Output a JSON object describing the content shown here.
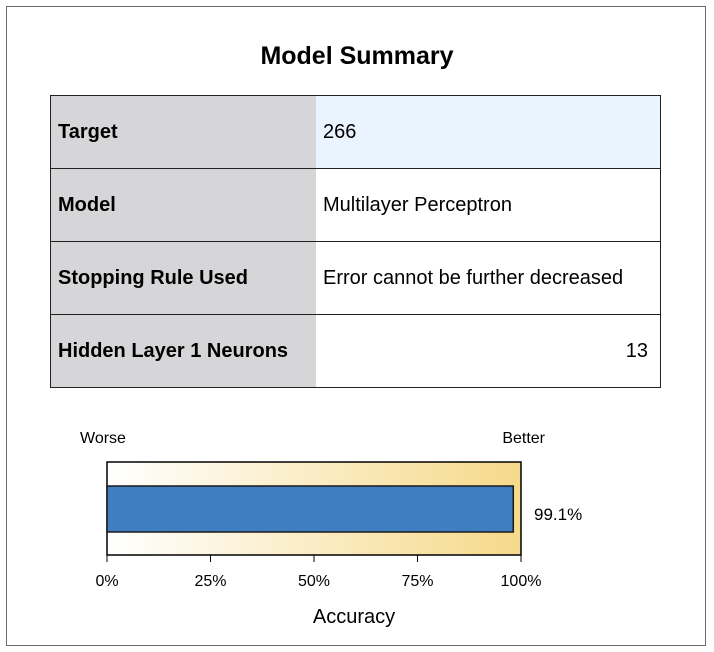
{
  "title": "Model Summary",
  "summary_rows": [
    {
      "label": "Target",
      "value": "266"
    },
    {
      "label": "Model",
      "value": "Multilayer Perceptron"
    },
    {
      "label": "Stopping Rule Used",
      "value": "Error cannot be further decreased"
    },
    {
      "label": "Hidden Layer 1 Neurons",
      "value": "13"
    }
  ],
  "colors": {
    "bar": "#3f7fc1",
    "gradient_start": "#ffffff",
    "gradient_end": "#f6d98a",
    "label_cell": "#d6d6d8",
    "highlight_cell": "#e9f4fe"
  },
  "chart_data": {
    "type": "bar",
    "orientation": "horizontal",
    "categories": [
      ""
    ],
    "values": [
      99.1
    ],
    "value_label": "99.1%",
    "xlabel": "Accuracy",
    "xlim": [
      0,
      100
    ],
    "xticks": [
      "0%",
      "25%",
      "50%",
      "75%",
      "100%"
    ],
    "scale_left_label": "Worse",
    "scale_right_label": "Better",
    "grid": false
  }
}
